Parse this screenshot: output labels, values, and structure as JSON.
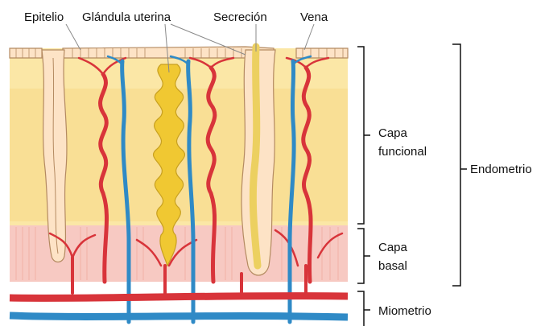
{
  "labels": {
    "epitelio": "Epitelio",
    "glandula": "Glándula uterina",
    "secrecion": "Secreción",
    "vena": "Vena",
    "capa_funcional_1": "Capa",
    "capa_funcional_2": "funcional",
    "capa_basal_1": "Capa",
    "capa_basal_2": "basal",
    "endometrio": "Endometrio",
    "miometrio": "Miometrio"
  },
  "colors": {
    "functional_layer": "#fbe7a6",
    "basal_layer": "#f7c9c2",
    "myometrium": "#ffffff",
    "epithelium_fill": "#fde3c6",
    "epithelium_stroke": "#b48a61",
    "gland_fill": "#f0c832",
    "secretion": "#ecd060",
    "artery": "#d8343a",
    "vein": "#2f8ac6"
  }
}
